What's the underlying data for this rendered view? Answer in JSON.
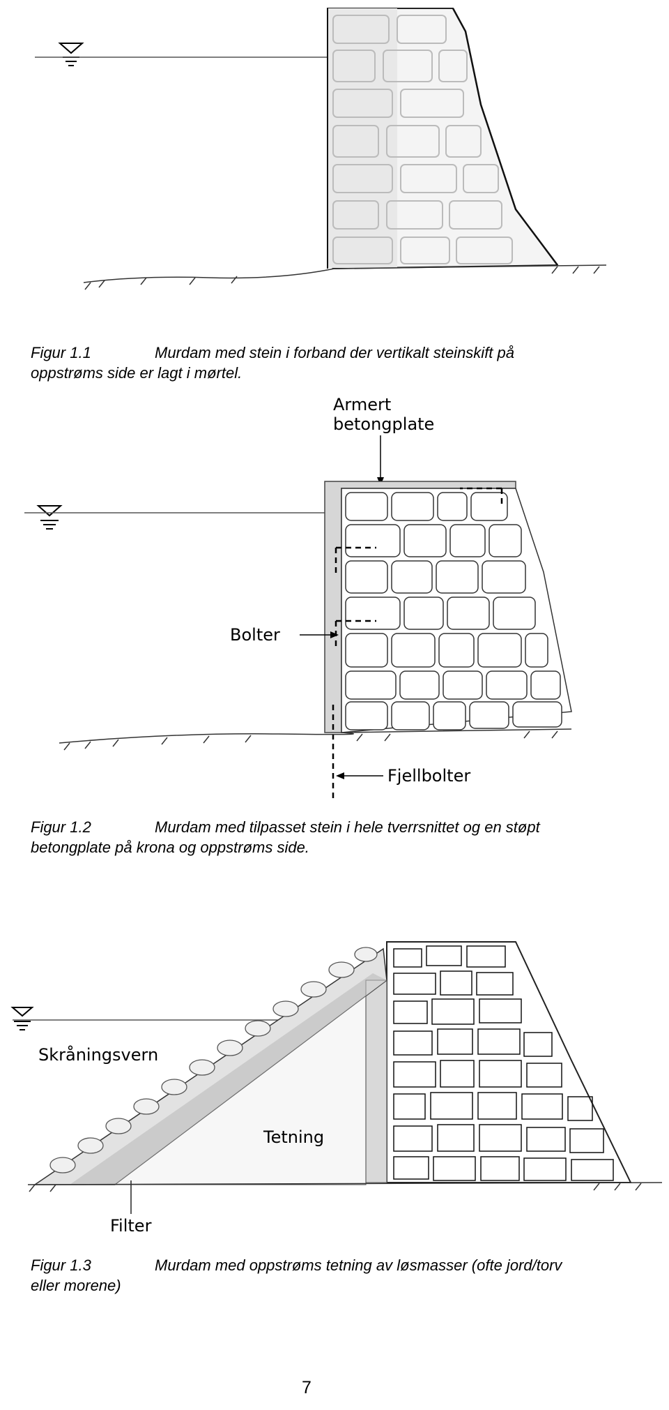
{
  "figures": [
    {
      "number": "Figur 1.1",
      "caption_line1": "Murdam med stein i forband der vertikalt steinskift på",
      "caption_line2": "oppstrøms side er lagt i mørtel.",
      "labels": []
    },
    {
      "number": "Figur 1.2",
      "caption_line1": "Murdam med tilpasset stein i hele tverrsnittet og en støpt",
      "caption_line2": "betongplate på krona og oppstrøms side.",
      "labels": {
        "armert_line1": "Armert",
        "armert_line2": "betongplate",
        "bolter": "Bolter",
        "fjellbolter": "Fjellbolter"
      }
    },
    {
      "number": "Figur 1.3",
      "caption_line1": "Murdam med oppstrøms tetning av løsmasser (ofte jord/torv",
      "caption_line2": "eller morene)",
      "labels": {
        "skraningsvern": "Skråningsvern",
        "tetning": "Tetning",
        "filter": "Filter"
      }
    }
  ],
  "page_number": "7",
  "icons": [
    "water-level-icon"
  ]
}
